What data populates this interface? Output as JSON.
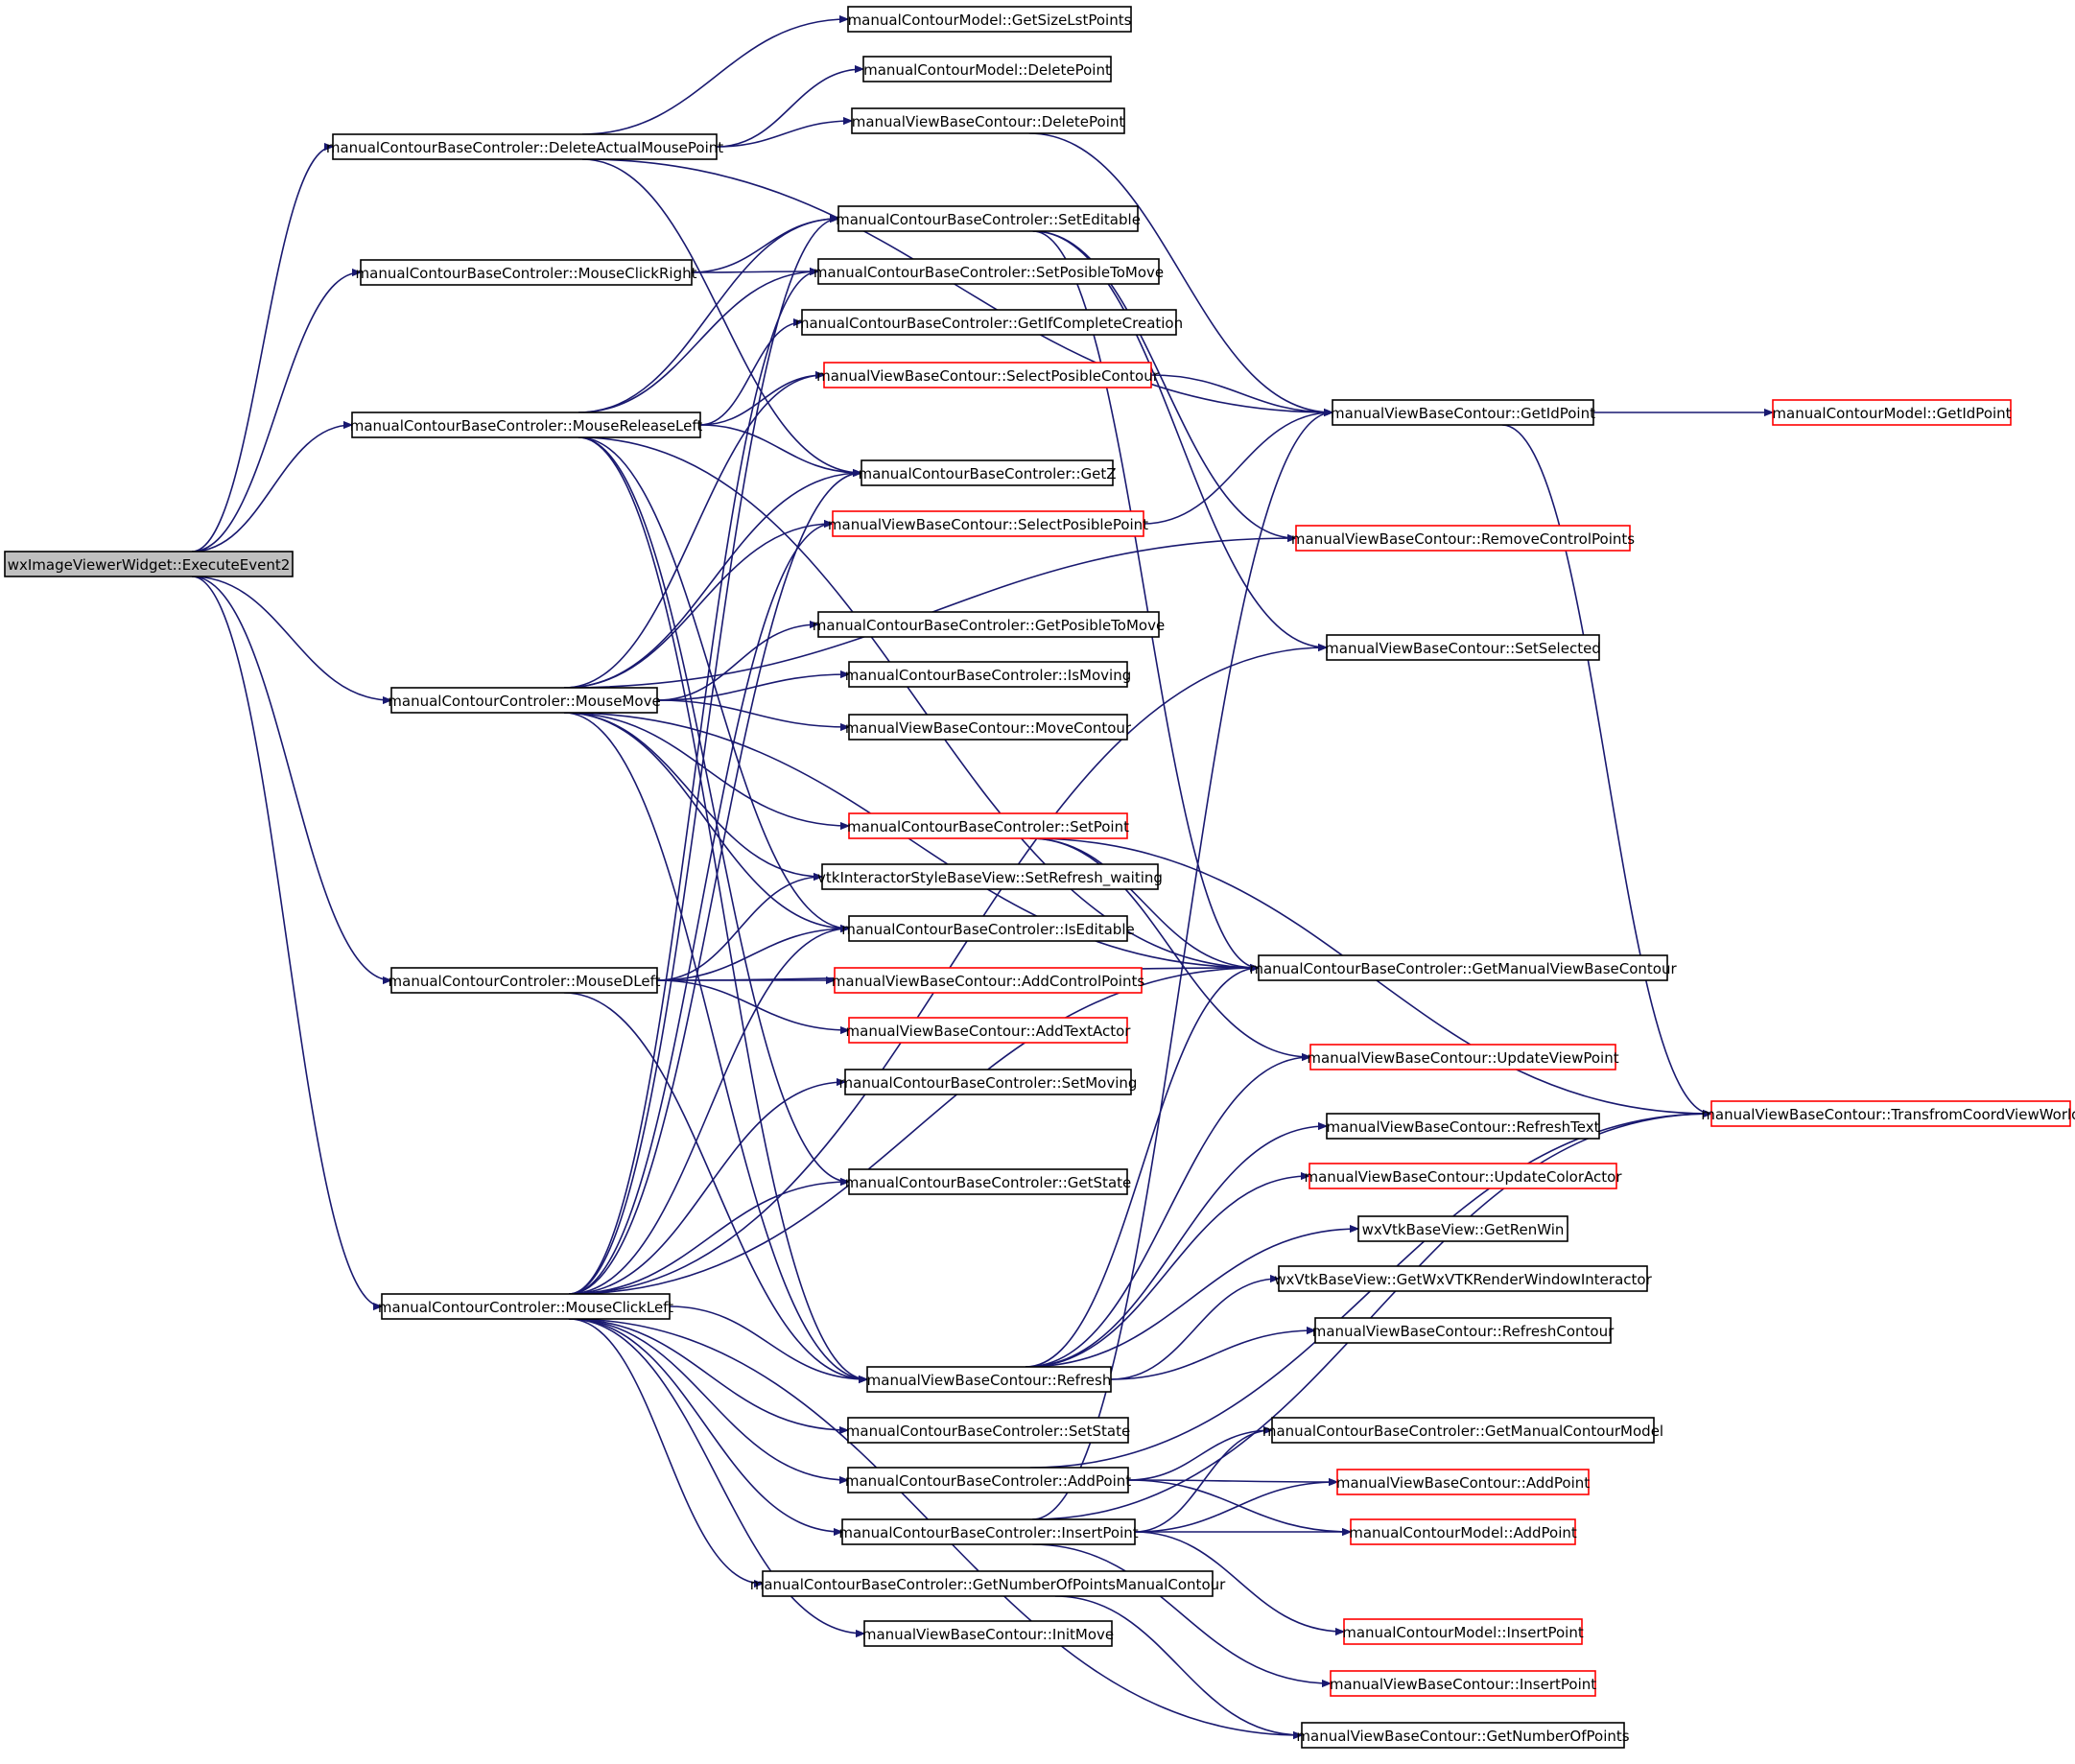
{
  "colors": {
    "edge": "#191970",
    "node_border": "#000000",
    "truncated_border": "#ff0000",
    "root_fill": "#bfbfbf",
    "node_fill": "#ffffff"
  },
  "nodes": {
    "root": {
      "label": "wxImageViewerWidget::ExecuteEvent2",
      "style": "root"
    },
    "deleteActual": {
      "label": "manualContourBaseControler::DeleteActualMousePoint"
    },
    "clickRight": {
      "label": "manualContourBaseControler::MouseClickRight"
    },
    "releaseLeft": {
      "label": "manualContourBaseControler::MouseReleaseLeft"
    },
    "mouseMove": {
      "label": "manualContourControler::MouseMove"
    },
    "mouseDLeft": {
      "label": "manualContourControler::MouseDLeft"
    },
    "mouseClickLeft": {
      "label": "manualContourControler::MouseClickLeft"
    },
    "getSizeLst": {
      "label": "manualContourModel::GetSizeLstPoints"
    },
    "modelDeletePoint": {
      "label": "manualContourModel::DeletePoint"
    },
    "viewDeletePoint": {
      "label": "manualViewBaseContour::DeletePoint"
    },
    "setEditable": {
      "label": "manualContourBaseControler::SetEditable"
    },
    "setPosibleToMove": {
      "label": "manualContourBaseControler::SetPosibleToMove"
    },
    "getIfComplete": {
      "label": "manualContourBaseControler::GetIfCompleteCreation"
    },
    "selectPosContour": {
      "label": "manualViewBaseContour::SelectPosibleContour",
      "style": "truncated"
    },
    "getZ": {
      "label": "manualContourBaseControler::GetZ"
    },
    "selectPosPoint": {
      "label": "manualViewBaseContour::SelectPosiblePoint",
      "style": "truncated"
    },
    "getPosibleToMove": {
      "label": "manualContourBaseControler::GetPosibleToMove"
    },
    "isMoving": {
      "label": "manualContourBaseControler::IsMoving"
    },
    "moveContour": {
      "label": "manualViewBaseContour::MoveContour"
    },
    "setPoint": {
      "label": "manualContourBaseControler::SetPoint",
      "style": "truncated"
    },
    "setRefreshWaiting": {
      "label": "vtkInteractorStyleBaseView::SetRefresh_waiting"
    },
    "isEditable": {
      "label": "manualContourBaseControler::IsEditable"
    },
    "addControlPoints": {
      "label": "manualViewBaseContour::AddControlPoints",
      "style": "truncated"
    },
    "addTextActor": {
      "label": "manualViewBaseContour::AddTextActor",
      "style": "truncated"
    },
    "setMoving": {
      "label": "manualContourBaseControler::SetMoving"
    },
    "getState": {
      "label": "manualContourBaseControler::GetState"
    },
    "refresh": {
      "label": "manualViewBaseContour::Refresh"
    },
    "setState": {
      "label": "manualContourBaseControler::SetState"
    },
    "addPointCtrl": {
      "label": "manualContourBaseControler::AddPoint"
    },
    "insertPointCtrl": {
      "label": "manualContourBaseControler::InsertPoint"
    },
    "getNumPointsManual": {
      "label": "manualContourBaseControler::GetNumberOfPointsManualContour"
    },
    "initMove": {
      "label": "manualViewBaseContour::InitMove"
    },
    "getIdPoint": {
      "label": "manualViewBaseContour::GetIdPoint"
    },
    "removeControlPoints": {
      "label": "manualViewBaseContour::RemoveControlPoints",
      "style": "truncated"
    },
    "setSelected": {
      "label": "manualViewBaseContour::SetSelected"
    },
    "getManualView": {
      "label": "manualContourBaseControler::GetManualViewBaseContour"
    },
    "updateViewPoint": {
      "label": "manualViewBaseContour::UpdateViewPoint",
      "style": "truncated"
    },
    "refreshText": {
      "label": "manualViewBaseContour::RefreshText"
    },
    "updateColorActor": {
      "label": "manualViewBaseContour::UpdateColorActor",
      "style": "truncated"
    },
    "getRenWin": {
      "label": "wxVtkBaseView::GetRenWin"
    },
    "getWxVTK": {
      "label": "wxVtkBaseView::GetWxVTKRenderWindowInteractor"
    },
    "refreshContour": {
      "label": "manualViewBaseContour::RefreshContour"
    },
    "getManualModel": {
      "label": "manualContourBaseControler::GetManualContourModel"
    },
    "viewAddPoint": {
      "label": "manualViewBaseContour::AddPoint",
      "style": "truncated"
    },
    "modelAddPoint": {
      "label": "manualContourModel::AddPoint",
      "style": "truncated"
    },
    "modelInsertPoint": {
      "label": "manualContourModel::InsertPoint",
      "style": "truncated"
    },
    "viewInsertPoint": {
      "label": "manualViewBaseContour::InsertPoint",
      "style": "truncated"
    },
    "getNumPoints": {
      "label": "manualViewBaseContour::GetNumberOfPoints"
    },
    "modelGetIdPoint": {
      "label": "manualContourModel::GetIdPoint",
      "style": "truncated"
    },
    "transform": {
      "label": "manualViewBaseContour::TransfromCoordViewWorld",
      "style": "truncated"
    }
  },
  "edges": [
    [
      "root",
      "deleteActual"
    ],
    [
      "root",
      "clickRight"
    ],
    [
      "root",
      "releaseLeft"
    ],
    [
      "root",
      "mouseMove"
    ],
    [
      "root",
      "mouseDLeft"
    ],
    [
      "root",
      "mouseClickLeft"
    ],
    [
      "deleteActual",
      "getSizeLst"
    ],
    [
      "deleteActual",
      "modelDeletePoint"
    ],
    [
      "deleteActual",
      "viewDeletePoint"
    ],
    [
      "deleteActual",
      "getIdPoint"
    ],
    [
      "deleteActual",
      "getZ"
    ],
    [
      "viewDeletePoint",
      "getIdPoint"
    ],
    [
      "clickRight",
      "setEditable"
    ],
    [
      "clickRight",
      "setPosibleToMove"
    ],
    [
      "setEditable",
      "removeControlPoints"
    ],
    [
      "setEditable",
      "setSelected"
    ],
    [
      "setEditable",
      "getManualView"
    ],
    [
      "releaseLeft",
      "setEditable"
    ],
    [
      "releaseLeft",
      "setPosibleToMove"
    ],
    [
      "releaseLeft",
      "getIfComplete"
    ],
    [
      "releaseLeft",
      "selectPosContour"
    ],
    [
      "releaseLeft",
      "getZ"
    ],
    [
      "releaseLeft",
      "getManualView"
    ],
    [
      "releaseLeft",
      "isEditable"
    ],
    [
      "releaseLeft",
      "refresh"
    ],
    [
      "releaseLeft",
      "getState"
    ],
    [
      "selectPosContour",
      "getIdPoint"
    ],
    [
      "selectPosPoint",
      "getIdPoint"
    ],
    [
      "getIdPoint",
      "modelGetIdPoint"
    ],
    [
      "getIdPoint",
      "transform"
    ],
    [
      "mouseMove",
      "selectPosContour"
    ],
    [
      "mouseMove",
      "getZ"
    ],
    [
      "mouseMove",
      "selectPosPoint"
    ],
    [
      "mouseMove",
      "removeControlPoints"
    ],
    [
      "mouseMove",
      "getPosibleToMove"
    ],
    [
      "mouseMove",
      "isMoving"
    ],
    [
      "mouseMove",
      "moveContour"
    ],
    [
      "mouseMove",
      "getManualView"
    ],
    [
      "mouseMove",
      "setPoint"
    ],
    [
      "mouseMove",
      "setRefreshWaiting"
    ],
    [
      "mouseMove",
      "isEditable"
    ],
    [
      "mouseMove",
      "refresh"
    ],
    [
      "setPoint",
      "getManualView"
    ],
    [
      "setPoint",
      "updateViewPoint"
    ],
    [
      "setPoint",
      "transform"
    ],
    [
      "mouseDLeft",
      "setRefreshWaiting"
    ],
    [
      "mouseDLeft",
      "isEditable"
    ],
    [
      "mouseDLeft",
      "addControlPoints"
    ],
    [
      "mouseDLeft",
      "addTextActor"
    ],
    [
      "mouseDLeft",
      "getManualView"
    ],
    [
      "mouseDLeft",
      "refresh"
    ],
    [
      "mouseClickLeft",
      "setEditable"
    ],
    [
      "mouseClickLeft",
      "setPosibleToMove"
    ],
    [
      "mouseClickLeft",
      "getZ"
    ],
    [
      "mouseClickLeft",
      "isEditable"
    ],
    [
      "mouseClickLeft",
      "setMoving"
    ],
    [
      "mouseClickLeft",
      "getState"
    ],
    [
      "mouseClickLeft",
      "getManualView"
    ],
    [
      "mouseClickLeft",
      "setSelected"
    ],
    [
      "mouseClickLeft",
      "refresh"
    ],
    [
      "mouseClickLeft",
      "setState"
    ],
    [
      "mouseClickLeft",
      "addPointCtrl"
    ],
    [
      "mouseClickLeft",
      "insertPointCtrl"
    ],
    [
      "mouseClickLeft",
      "getNumPointsManual"
    ],
    [
      "mouseClickLeft",
      "initMove"
    ],
    [
      "mouseClickLeft",
      "getNumPoints"
    ],
    [
      "mouseClickLeft",
      "selectPosPoint"
    ],
    [
      "refresh",
      "getManualView"
    ],
    [
      "refresh",
      "updateViewPoint"
    ],
    [
      "refresh",
      "refreshText"
    ],
    [
      "refresh",
      "updateColorActor"
    ],
    [
      "refresh",
      "getRenWin"
    ],
    [
      "refresh",
      "getWxVTK"
    ],
    [
      "refresh",
      "refreshContour"
    ],
    [
      "addPointCtrl",
      "getManualModel"
    ],
    [
      "addPointCtrl",
      "viewAddPoint"
    ],
    [
      "addPointCtrl",
      "modelAddPoint"
    ],
    [
      "addPointCtrl",
      "transform"
    ],
    [
      "insertPointCtrl",
      "getManualModel"
    ],
    [
      "insertPointCtrl",
      "viewAddPoint"
    ],
    [
      "insertPointCtrl",
      "modelAddPoint"
    ],
    [
      "insertPointCtrl",
      "modelInsertPoint"
    ],
    [
      "insertPointCtrl",
      "viewInsertPoint"
    ],
    [
      "insertPointCtrl",
      "getIdPoint"
    ],
    [
      "insertPointCtrl",
      "transform"
    ],
    [
      "getNumPointsManual",
      "getNumPoints"
    ]
  ]
}
